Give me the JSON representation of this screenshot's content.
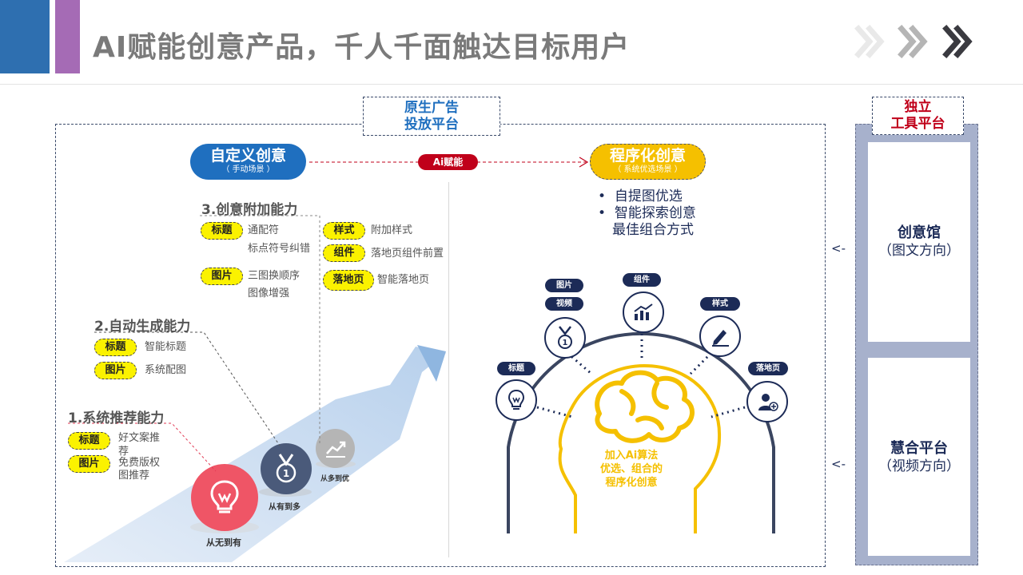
{
  "header": {
    "title": "AI赋能创意产品，千人千面触达目标用户"
  },
  "native": {
    "label_line1": "原生广告",
    "label_line2": "投放平台",
    "custom_title": "自定义创意",
    "custom_sub": "（ 手动场景 ）",
    "ai_label": "Ai赋能",
    "prog_title": "程序化创意",
    "prog_sub": "（ 系统优选场景 ）",
    "prog_bullets": [
      "自提图优选",
      "智能探索创意",
      "最佳组合方式"
    ]
  },
  "ability3": {
    "title": "3.创意附加能力",
    "tags": [
      "标题",
      "样式",
      "组件",
      "图片",
      "落地页"
    ],
    "texts": [
      "通配符",
      "标点符号纠错",
      "附加样式",
      "落地页组件前置",
      "三图换顺序",
      "图像增强",
      "智能落地页"
    ]
  },
  "ability2": {
    "title": "2.自动生成能力",
    "tags": [
      "标题",
      "图片"
    ],
    "texts": [
      "智能标题",
      "系统配图"
    ]
  },
  "ability1": {
    "title": "1.系统推荐能力",
    "tags": [
      "标题",
      "图片"
    ],
    "texts": [
      "好文案推",
      "荐",
      "免费版权",
      "图推荐"
    ]
  },
  "stages": [
    "从无到有",
    "从有到多",
    "从多到优"
  ],
  "head": {
    "tags": [
      "图片",
      "视频",
      "组件",
      "样式",
      "标题",
      "落地页"
    ],
    "center_lines": [
      "加入Ai算法",
      "优选、组合的",
      "程序化创意"
    ]
  },
  "tool": {
    "label_line1": "独立",
    "label_line2": "工具平台",
    "card1_title": "创意馆",
    "card1_sub": "（图文方向）",
    "card2_title": "慧合平台",
    "card2_sub": "（视频方向）",
    "arrow": "<-"
  },
  "colors": {
    "blue": "#1f6fbf",
    "yellow": "#f5c000",
    "navy": "#1c2b57",
    "red": "#c0001a",
    "purple": "#a56bb5"
  }
}
